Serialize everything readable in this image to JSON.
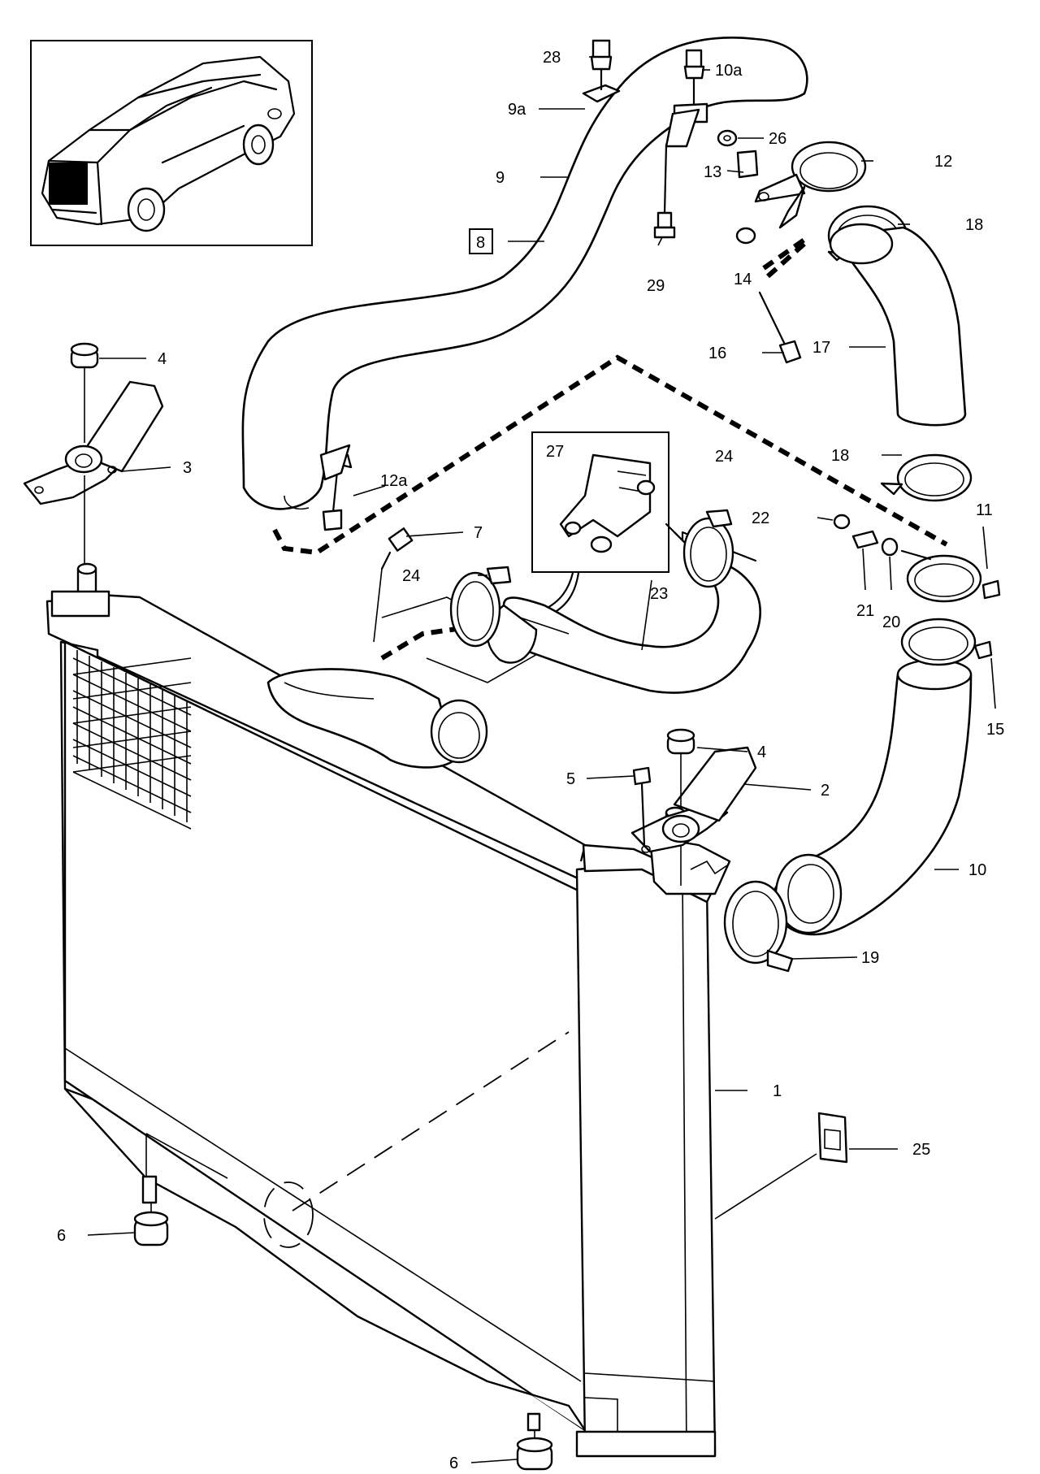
{
  "callouts": [
    {
      "id": "1",
      "text": "1"
    },
    {
      "id": "2",
      "text": "2"
    },
    {
      "id": "3",
      "text": "3"
    },
    {
      "id": "4a",
      "text": "4"
    },
    {
      "id": "4b",
      "text": "4"
    },
    {
      "id": "5",
      "text": "5"
    },
    {
      "id": "6a",
      "text": "6"
    },
    {
      "id": "6b",
      "text": "6"
    },
    {
      "id": "7",
      "text": "7"
    },
    {
      "id": "8",
      "text": "8",
      "boxed": true
    },
    {
      "id": "9",
      "text": "9"
    },
    {
      "id": "9a",
      "text": "9a"
    },
    {
      "id": "10",
      "text": "10"
    },
    {
      "id": "10a",
      "text": "10a"
    },
    {
      "id": "11",
      "text": "11"
    },
    {
      "id": "12",
      "text": "12"
    },
    {
      "id": "12a",
      "text": "12a"
    },
    {
      "id": "13",
      "text": "13"
    },
    {
      "id": "14",
      "text": "14"
    },
    {
      "id": "15",
      "text": "15"
    },
    {
      "id": "16",
      "text": "16"
    },
    {
      "id": "17",
      "text": "17"
    },
    {
      "id": "18a",
      "text": "18"
    },
    {
      "id": "18b",
      "text": "18"
    },
    {
      "id": "19",
      "text": "19"
    },
    {
      "id": "20",
      "text": "20"
    },
    {
      "id": "21",
      "text": "21"
    },
    {
      "id": "22",
      "text": "22"
    },
    {
      "id": "23",
      "text": "23"
    },
    {
      "id": "24a",
      "text": "24"
    },
    {
      "id": "24b",
      "text": "24"
    },
    {
      "id": "25",
      "text": "25"
    },
    {
      "id": "26",
      "text": "26"
    },
    {
      "id": "27",
      "text": "27"
    },
    {
      "id": "28",
      "text": "28"
    },
    {
      "id": "29",
      "text": "29"
    }
  ]
}
